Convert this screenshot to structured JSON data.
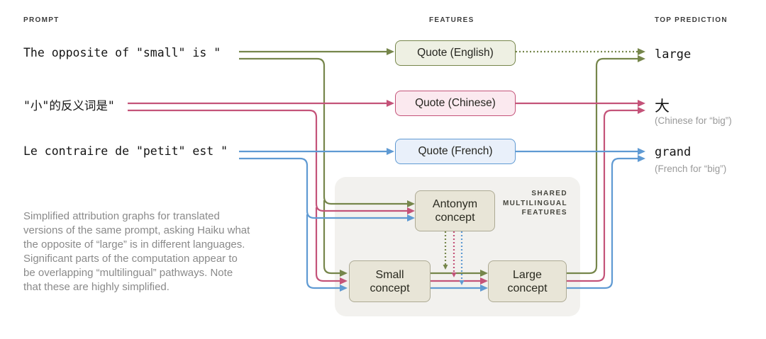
{
  "headers": {
    "prompt": "PROMPT",
    "features": "FEATURES",
    "top_prediction": "TOP PREDICTION"
  },
  "prompts": {
    "english": "The opposite of \"small\" is \"",
    "chinese": "\"小\"的反义词是\"",
    "french": "Le contraire de \"petit\" est \""
  },
  "features": {
    "english": "Quote (English)",
    "chinese": "Quote (Chinese)",
    "french": "Quote (French)"
  },
  "shared_label": {
    "line1": "SHARED",
    "line2": "MULTILINGUAL",
    "line3": "FEATURES"
  },
  "concepts": {
    "antonym": "Antonym concept",
    "small": "Small concept",
    "large": "Large concept"
  },
  "predictions": {
    "english": {
      "text": "large",
      "note": ""
    },
    "chinese": {
      "text": "大",
      "note": "(Chinese for “big”)"
    },
    "french": {
      "text": "grand",
      "note": "(French for “big”)"
    }
  },
  "caption": "Simplified attribution graphs for translated versions of the same prompt, asking Haiku what the opposite of “large” is in different languages. Significant parts of the computation appear to be overlapping “multilingual” pathways. Note that these are highly simplified.",
  "colors": {
    "english": "#76864b",
    "chinese": "#c45379",
    "french": "#5f9ad3"
  }
}
